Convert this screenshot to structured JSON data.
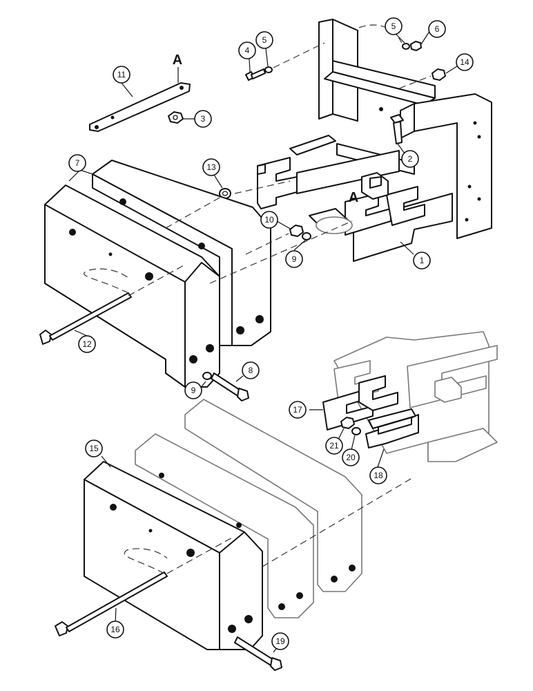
{
  "callouts": {
    "c1": "1",
    "c2": "2",
    "c3": "3",
    "c4": "4",
    "c5a": "5",
    "c5b": "5",
    "c6": "6",
    "c7": "7",
    "c8": "8",
    "c9a": "9",
    "c9b": "9",
    "c10": "10",
    "c11": "11",
    "c12": "12",
    "c13": "13",
    "c14": "14",
    "c15": "15",
    "c16": "16",
    "c17": "17",
    "c18": "18",
    "c19": "19",
    "c20": "20",
    "c21": "21"
  },
  "reference_letters": {
    "upper": "A",
    "lower": "A"
  }
}
